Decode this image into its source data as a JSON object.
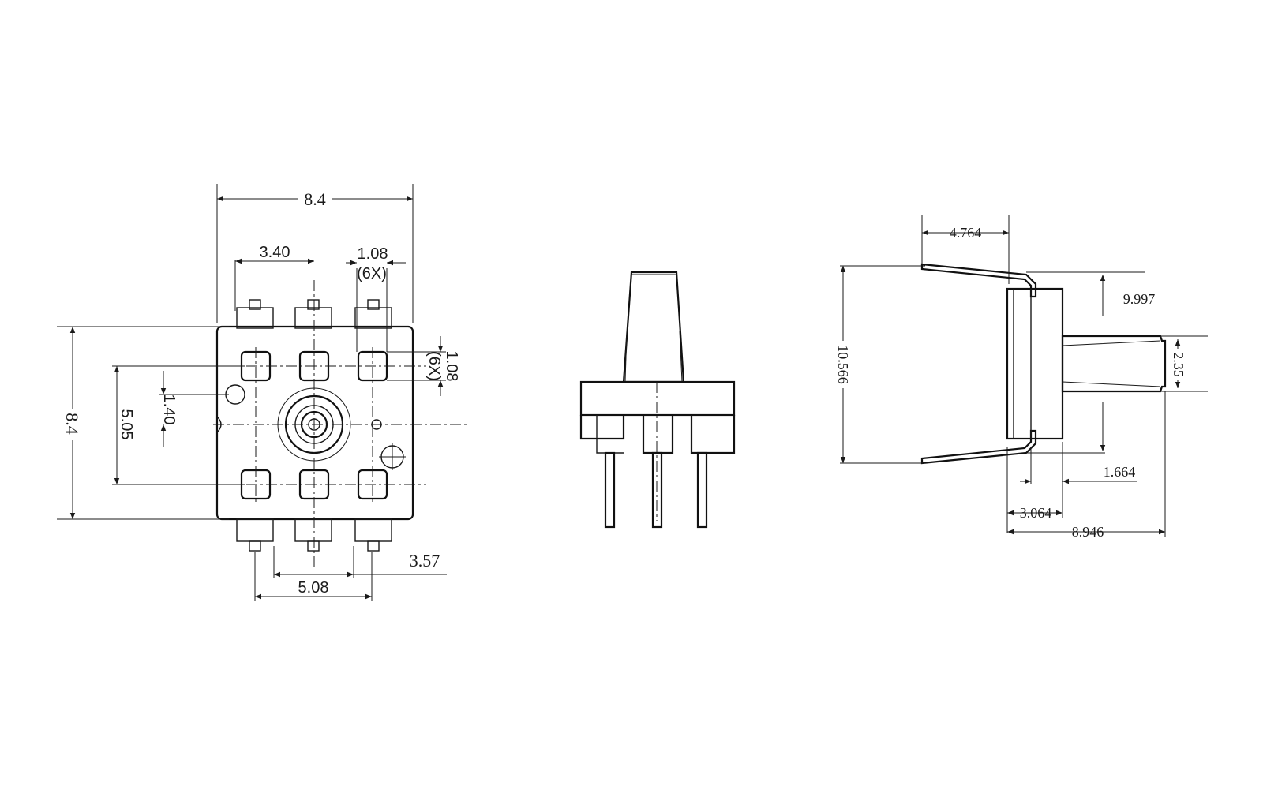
{
  "front_view": {
    "width_label": "8.4",
    "height_label": "8.4",
    "pitch_top_label": "3.40",
    "pad_size_label": "1.08",
    "pad_count_label": "(6X)",
    "pad_size_side_label": "1.08",
    "pad_count_side_label": "(6X)",
    "offset_label": "1.40",
    "row_spacing_label": "5.05",
    "pin_pitch_label": "5.08",
    "pin_span_label": "5.08",
    "outer_span_label": "3.57"
  },
  "side_view": {
    "overall_length_label": "8.946",
    "flange_depth_label": "4.764",
    "body_height_label": "10.566",
    "flange_height_label": "9.997",
    "port_diameter_label": "2.35",
    "base_thickness_label": "1.664",
    "body_depth_label": "3.064"
  }
}
